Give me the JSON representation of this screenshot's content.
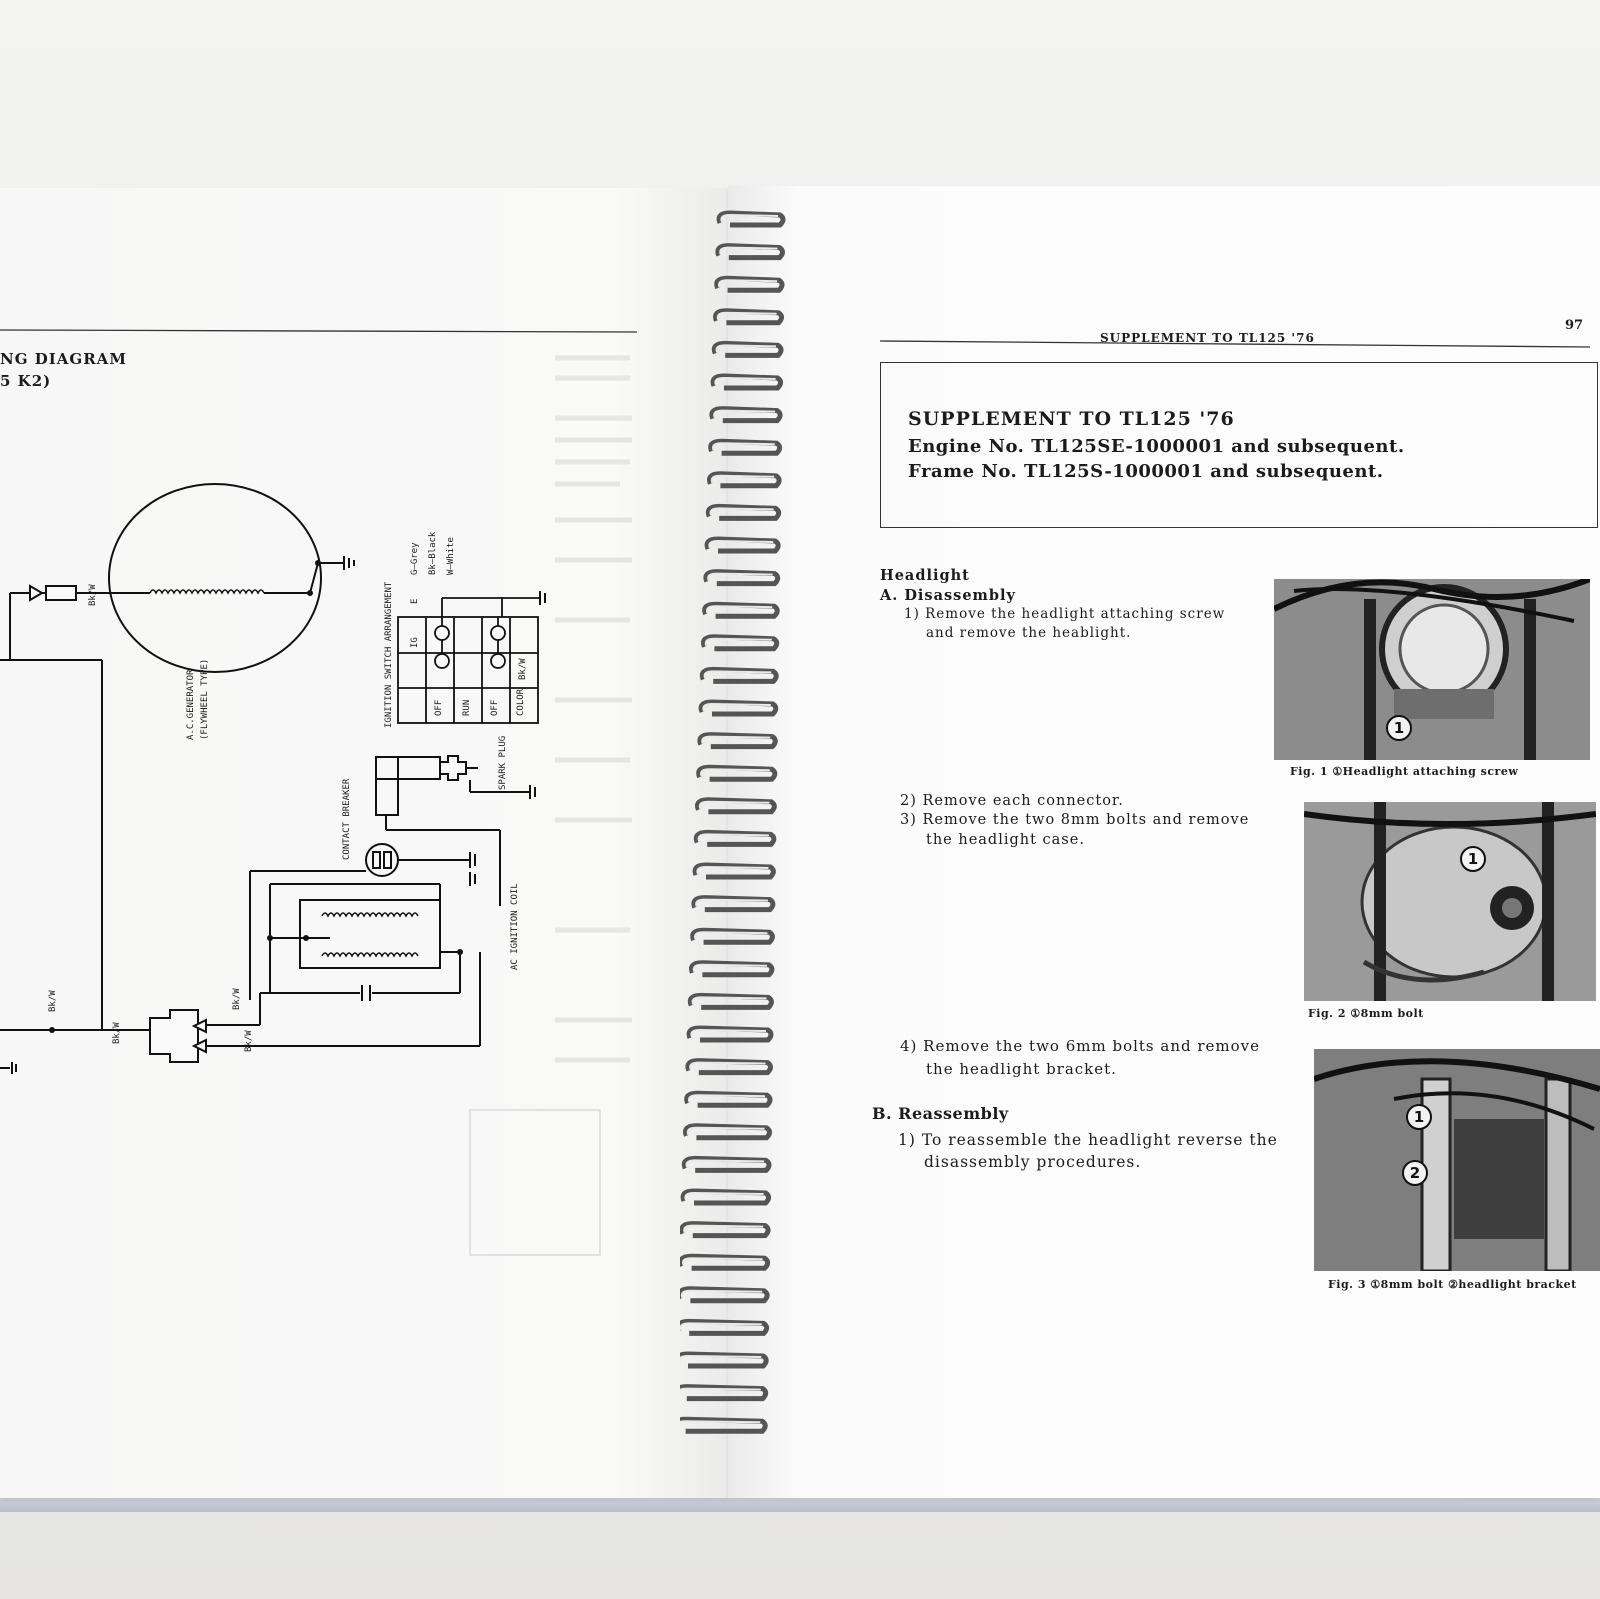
{
  "left_page": {
    "heading_line1": "NG DIAGRAM",
    "heading_line2": "5 K2)",
    "diagram_labels": {
      "generator": "A.C.GENERATOR",
      "generator_type": "(FLYWHEEL TYPE)",
      "ignition_switch": "IGNITION SWITCH ARRANGEMENT",
      "contact_breaker": "CONTACT BREAKER",
      "spark_plug": "SPARK PLUG",
      "ac_ignition_coil": "AC IGNITION COIL",
      "wire_bkw": "Bk/W",
      "legend_grey": "G—Grey",
      "legend_black": "Bk—Black",
      "legend_white": "W—White",
      "switch_cols": [
        "IG",
        "E"
      ],
      "switch_rows": [
        "OFF",
        "RUN",
        "OFF",
        "COLOR"
      ],
      "color_value": "Bk/W"
    }
  },
  "right_page": {
    "running_header": "SUPPLEMENT TO TL125 '76",
    "page_number": "97",
    "supplement": {
      "title": "SUPPLEMENT TO TL125 '76",
      "engine": "Engine No. TL125SE-1000001 and subsequent.",
      "frame": "Frame No. TL125S-1000001 and subsequent."
    },
    "section_title": "Headlight",
    "disassembly": {
      "title": "A. Disassembly",
      "step1_line1": "1) Remove the headlight attaching screw",
      "step1_line2": "and remove the heablight.",
      "step2": "2) Remove each connector.",
      "step3_line1": "3) Remove the two 8mm bolts and remove",
      "step3_line2": "the headlight case.",
      "step4_line1": "4) Remove the two 6mm bolts and remove",
      "step4_line2": "the headlight bracket."
    },
    "reassembly": {
      "title": "B. Reassembly",
      "step1_line1": "1) To reassemble the headlight reverse the",
      "step1_line2": "disassembly procedures."
    },
    "figures": [
      {
        "caption": "Fig. 1 ①Headlight attaching screw",
        "callouts": [
          "1"
        ]
      },
      {
        "caption": "Fig. 2 ①8mm bolt",
        "callouts": [
          "1"
        ]
      },
      {
        "caption": "Fig. 3 ①8mm bolt ②headlight bracket",
        "callouts": [
          "1",
          "2"
        ]
      }
    ]
  }
}
